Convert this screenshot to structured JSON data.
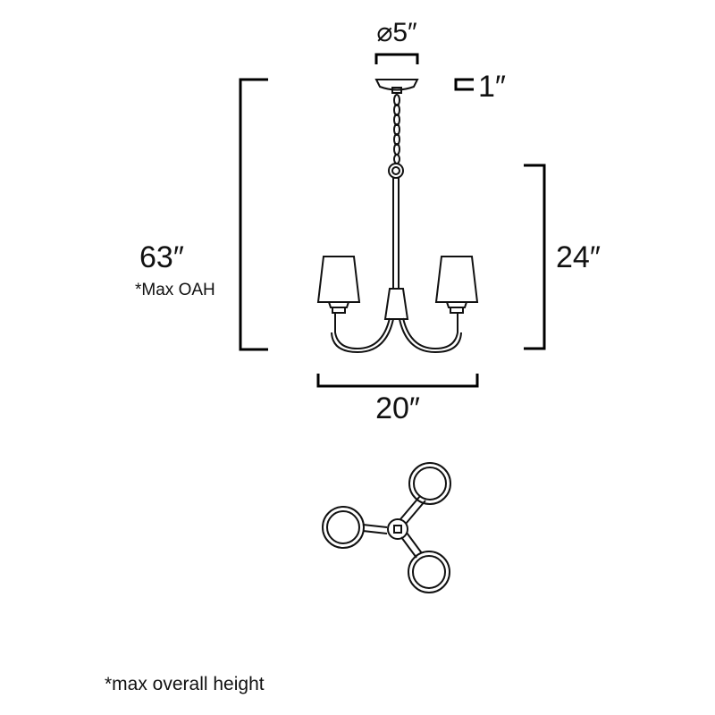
{
  "dimensions": {
    "canopy_diameter": "⌀5″",
    "canopy_height": "1″",
    "overall_height": "63″",
    "overall_height_note": "*Max OAH",
    "body_height": "24″",
    "width": "20″"
  },
  "footnote": "*max overall height",
  "colors": {
    "line": "#111111",
    "background": "#ffffff"
  }
}
